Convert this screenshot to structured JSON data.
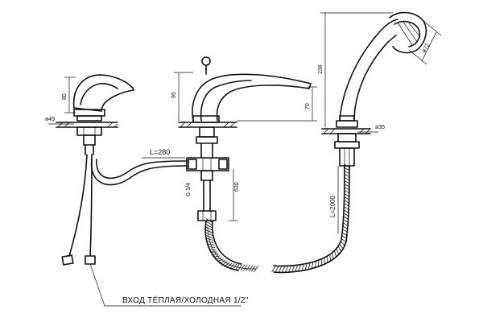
{
  "dimensions": {
    "lever_height": "80",
    "lever_base_dia": "ø49",
    "length_280": "L=280",
    "thread": "G 3/4",
    "spout_height_95": "95",
    "spout_height_70": "70",
    "drop_630": "630",
    "shower_height": "238",
    "head_dia": "ø72",
    "holder_dia": "ø35",
    "hose_length": "L=2000"
  },
  "caption": "ВХОД ТЁПЛАЯ/ХОЛОДНАЯ   1/2\""
}
